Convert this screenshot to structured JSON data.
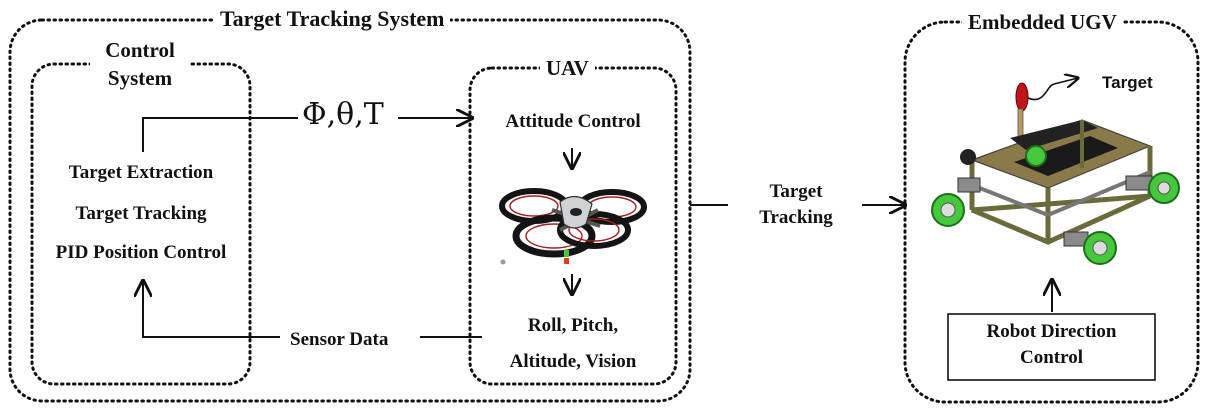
{
  "system_title": "Target Tracking System",
  "control_system": {
    "title_line1": "Control",
    "title_line2": "System",
    "items": [
      "Target Extraction",
      "Target Tracking",
      "PID Position Control"
    ]
  },
  "uav": {
    "title": "UAV",
    "attitude_control": "Attitude Control",
    "outputs_line1": "Roll, Pitch,",
    "outputs_line2": "Altitude, Vision"
  },
  "control_signal": "Φ,θ,T",
  "sensor_data": "Sensor Data",
  "target_tracking_line1": "Target",
  "target_tracking_line2": "Tracking",
  "ugv": {
    "title": "Embedded UGV",
    "target_label": "Target",
    "robot_direction_line1": "Robot Direction",
    "robot_direction_line2": "Control"
  },
  "colors": {
    "line": "#111111",
    "wheel_green": "#46c83c",
    "target_red": "#c0141c",
    "drone_ring": "#141414",
    "drone_body": "#cfd3d6"
  }
}
